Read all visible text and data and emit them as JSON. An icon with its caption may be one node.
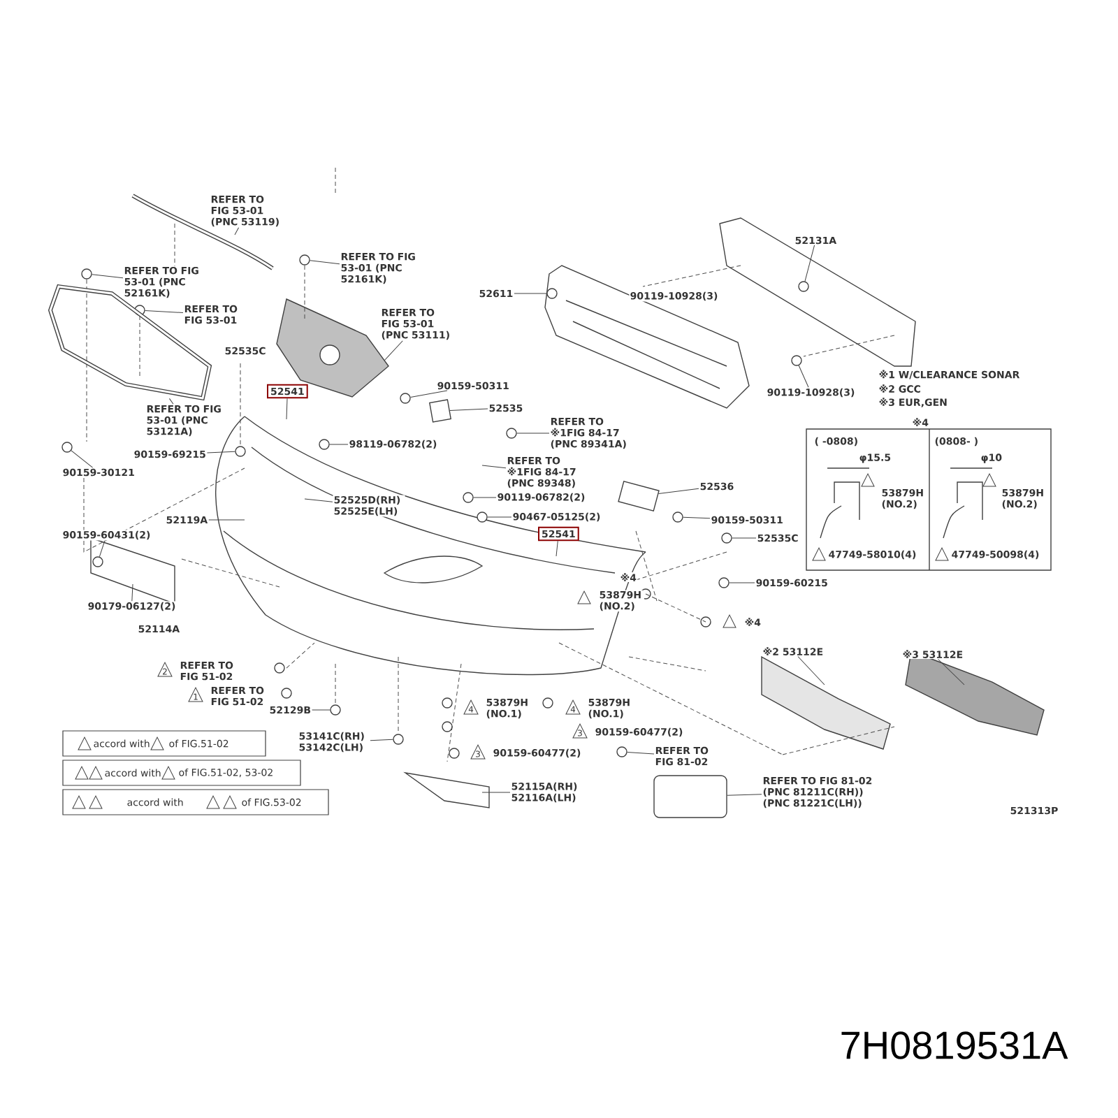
{
  "diagram": {
    "nodes": [
      {
        "text": [
          "REFER TO FIG 53-01 (PNC 53119)"
        ]
      },
      {
        "text": [
          "52131A"
        ]
      },
      {
        "text": [
          "REFER TO FIG 53-01 (PNC 52161K)"
        ]
      },
      {
        "text": [
          "REFER TO FIG 53-01 (PNC 52161K)"
        ]
      },
      {
        "text": [
          "52611"
        ]
      },
      {
        "text": [
          "REFER TO FIG 53-01"
        ]
      },
      {
        "text": [
          "REFER TO FIG 53-01 (PNC 53111)"
        ]
      },
      {
        "text": [
          "90159-50311"
        ]
      },
      {
        "text": [
          "52541"
        ]
      },
      {
        "text": [
          "90119-10928(3)"
        ]
      },
      {
        "text": [
          "52535"
        ]
      },
      {
        "text": [
          "REFER TO ※1FIG 84-17 (PNC 89341A)"
        ]
      },
      {
        "text": [
          "REFER TO FIG 53-01 (PNC 53121A)"
        ]
      },
      {
        "text": [
          "98119-06782(2)"
        ]
      },
      {
        "text": [
          "90159-69215"
        ]
      },
      {
        "text": [
          "REFER TO ※1FIG 84-17 (PNC 89348)"
        ]
      },
      {
        "text": [
          "90159-30121"
        ]
      },
      {
        "text": [
          "52536"
        ]
      },
      {
        "text": [
          "90119-06782(2)"
        ]
      },
      {
        "text": [
          "52525D(RH) 52525E(LH)"
        ]
      },
      {
        "text": [
          "90467-05125(2)"
        ]
      },
      {
        "text": [
          "52119A"
        ]
      },
      {
        "text": [
          "90159-50311"
        ]
      },
      {
        "text": [
          "52541"
        ]
      },
      {
        "text": [
          "90159-60431(2)"
        ]
      },
      {
        "text": [
          "52535C"
        ]
      },
      {
        "text": [
          "90159-60215"
        ]
      },
      {
        "text": [
          "90179-06127(2)"
        ]
      },
      {
        "text": [
          "※2 53112E"
        ]
      },
      {
        "text": [
          "※3 53112E"
        ]
      },
      {
        "text": [
          "52129B"
        ]
      },
      {
        "text": [
          "53141C(RH) 53142C(LH)"
        ]
      },
      {
        "text": [
          "REFER TO FIG 81-02"
        ]
      },
      {
        "text": [
          "52115A(RH) 52116A(LH)"
        ]
      },
      {
        "text": [
          "REFER TO FIG 81-02 (PNC 81211C(RH)) (PNC 81221C(LH))"
        ]
      },
      {
        "text": [],
        "shape": "circle"
      },
      {
        "text": [],
        "shape": "circle"
      },
      {
        "text": [],
        "shape": "circle"
      },
      {
        "text": [],
        "shape": "circle"
      },
      {
        "text": [],
        "shape": "circle"
      },
      {
        "text": [],
        "shape": "circle"
      },
      {
        "text": [],
        "shape": "circle"
      },
      {
        "text": [],
        "shape": "circle"
      },
      {
        "text": [],
        "shape": "circle"
      },
      {
        "text": [],
        "shape": "circle"
      },
      {
        "text": [],
        "shape": "circle"
      },
      {
        "text": [],
        "shape": "circle"
      },
      {
        "text": [],
        "shape": "circle"
      },
      {
        "text": [],
        "shape": "circle"
      },
      {
        "text": [],
        "shape": "circle"
      },
      {
        "text": [],
        "shape": "circle"
      },
      {
        "text": [],
        "shape": "circle"
      },
      {
        "text": [],
        "shape": "circle"
      },
      {
        "text": [],
        "shape": "circle"
      },
      {
        "text": [],
        "shape": "circle"
      },
      {
        "text": [],
        "shape": "box"
      },
      {
        "text": [],
        "shape": "box"
      },
      {
        "text": [],
        "shape": "frame"
      },
      {
        "text": [],
        "shape": "box"
      }
    ],
    "edges": [
      {
        "from": 0,
        "to": null,
        "arrow": "none"
      },
      {
        "from": 1,
        "to": 54,
        "arrow": "none"
      },
      {
        "from": 2,
        "to": 40,
        "arrow": "none"
      },
      {
        "from": 3,
        "to": 36,
        "arrow": "none"
      },
      {
        "from": 4,
        "to": 48,
        "arrow": "none"
      },
      {
        "from": 5,
        "to": 38,
        "arrow": "none"
      },
      {
        "from": 6,
        "to": null,
        "arrow": "none"
      },
      {
        "from": 7,
        "to": 44,
        "arrow": "none"
      },
      {
        "from": 8,
        "to": null,
        "arrow": "none"
      },
      {
        "from": 9,
        "to": 53,
        "arrow": "none"
      },
      {
        "from": 10,
        "to": 55,
        "arrow": "none"
      },
      {
        "from": 11,
        "to": 47,
        "arrow": "none"
      },
      {
        "from": 12,
        "to": 57,
        "arrow": "none"
      },
      {
        "from": 13,
        "to": 41,
        "arrow": "none"
      },
      {
        "from": 14,
        "to": 39,
        "arrow": "none"
      },
      {
        "from": 15,
        "to": null,
        "arrow": "none"
      },
      {
        "from": 16,
        "to": 35,
        "arrow": "none"
      },
      {
        "from": 17,
        "to": 56,
        "arrow": "none"
      },
      {
        "from": 18,
        "to": 45,
        "arrow": "none"
      },
      {
        "from": 19,
        "to": null,
        "arrow": "none"
      },
      {
        "from": 20,
        "to": 46,
        "arrow": "none"
      },
      {
        "from": 21,
        "to": null,
        "arrow": "none"
      },
      {
        "from": 22,
        "to": 50,
        "arrow": "none"
      },
      {
        "from": 23,
        "to": null,
        "arrow": "none"
      },
      {
        "from": 24,
        "to": 37,
        "arrow": "none"
      },
      {
        "from": 25,
        "to": 52,
        "arrow": "none"
      },
      {
        "from": 26,
        "to": 51,
        "arrow": "none"
      },
      {
        "from": 27,
        "to": null,
        "arrow": "none"
      },
      {
        "from": 28,
        "to": null,
        "arrow": "none"
      },
      {
        "from": 29,
        "to": null,
        "arrow": "none"
      },
      {
        "from": 30,
        "to": 42,
        "arrow": "none"
      },
      {
        "from": 31,
        "to": 43,
        "arrow": "none"
      },
      {
        "from": 32,
        "to": 49,
        "arrow": "none"
      },
      {
        "from": 33,
        "to": null,
        "arrow": "none"
      },
      {
        "from": 34,
        "to": 58,
        "arrow": "none"
      }
    ],
    "labels": [
      "90119-10928(3)",
      "52535C",
      "※1 W/CLEARANCE SONAR",
      "※2 GCC",
      "※3 EUR,GEN",
      "※4",
      "( -0808)",
      "(0808- )",
      "φ15.5",
      "φ10",
      "53879H (NO.2)",
      "53879H (NO.2)",
      "47749-58010(4)",
      "47749-50098(4)",
      "※4",
      "53879H (NO.2)",
      "※4",
      "52114A",
      "2",
      "REFER TO FIG 51-02",
      "1",
      "REFER TO FIG 51-02",
      "4",
      "53879H (NO.1)",
      "4",
      "53879H (NO.1)",
      "3",
      "90159-60477(2)",
      "accord with",
      "of FIG.51-02",
      "3",
      "90159-60477(2)",
      "accord with",
      "of FIG.51-02, 53-02",
      "accord with",
      "of FIG.53-02",
      "521313P",
      "7H0819531A"
    ]
  }
}
